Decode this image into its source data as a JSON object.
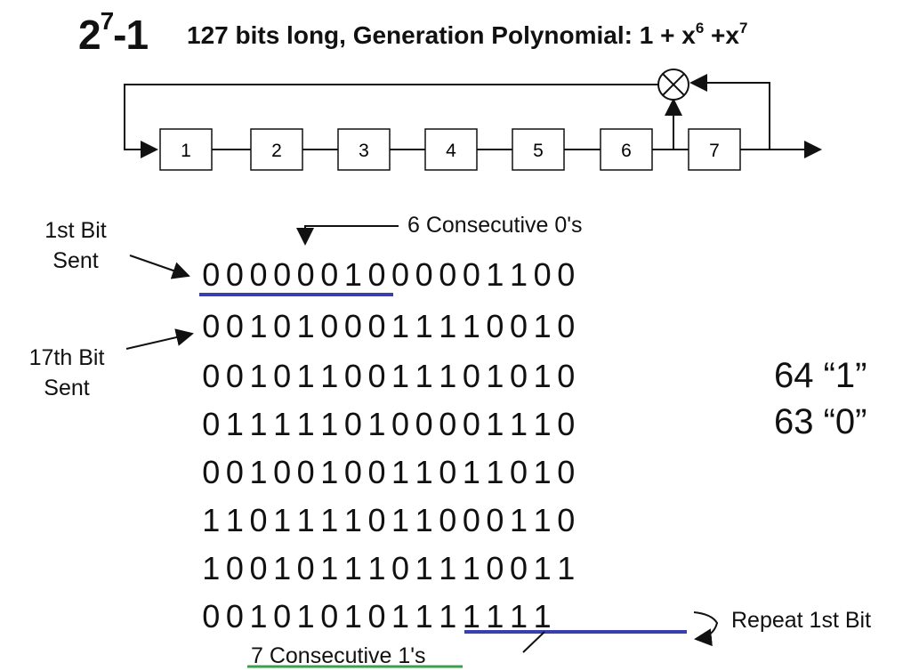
{
  "header": {
    "power_base": "2",
    "power_exp": "7",
    "power_suffix": "-1",
    "description": "127 bits long,  Generation Polynomial:  1 + x",
    "exp1": "6",
    "mid": " +x",
    "exp2": "7"
  },
  "register": {
    "cells": [
      "1",
      "2",
      "3",
      "4",
      "5",
      "6",
      "7"
    ],
    "xor_symbol": "⊗"
  },
  "annotations": {
    "first_bit_line1": "1st Bit",
    "first_bit_line2": "Sent",
    "seventeenth_line1": "17th Bit",
    "seventeenth_line2": "Sent",
    "six_zeros": "6 Consecutive 0's",
    "seven_ones": "7 Consecutive 1's",
    "repeat": "Repeat 1st Bit",
    "ones_count": "64 “1”",
    "zeros_count": "63 “0”"
  },
  "sequence": {
    "rows": [
      "0000001000001100",
      "0010100011110010",
      "0010110011101010",
      "0111110100001110",
      "0010010011011010",
      "1101111011000110",
      "1001011101110011",
      "001010101111111"
    ]
  },
  "colors": {
    "underline_blue": "#3a3fb0",
    "underline_green": "#3aa04a",
    "line": "#111111"
  }
}
